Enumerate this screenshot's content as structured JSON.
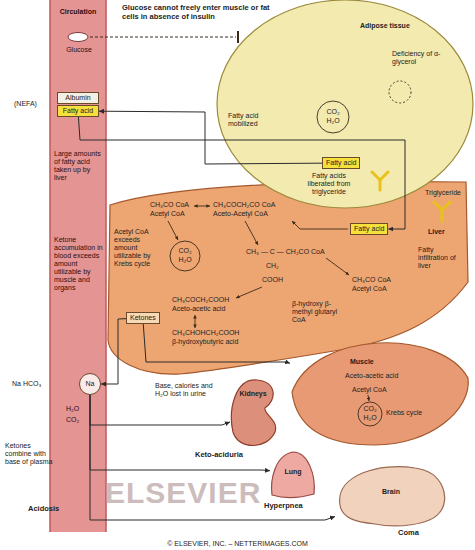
{
  "diagram": {
    "nodes": [
      {
        "text": [
          "Circulation"
        ]
      },
      {
        "text": [
          "Adipose tissue"
        ]
      },
      {
        "text": [
          "Fatty acid"
        ],
        "in": 1
      },
      {
        "text": [
          "Albumin"
        ],
        "in": 0
      },
      {
        "text": [
          "Fatty acid"
        ],
        "in": 0
      },
      {
        "text": [
          "Liver"
        ]
      },
      {
        "text": [
          "Fatty acid"
        ],
        "in": 5
      },
      {
        "text": [
          "Ketones"
        ],
        "in": 5
      },
      {
        "text": [
          "Muscle"
        ]
      },
      {
        "text": [
          "Kidneys"
        ]
      },
      {
        "text": [
          "Lung"
        ]
      },
      {
        "text": [
          "Brain"
        ]
      },
      {
        "text": [
          "Na"
        ],
        "in": 0
      }
    ],
    "edges": [
      {
        "from": 2,
        "to": 4,
        "arrow": "to"
      },
      {
        "from": 4,
        "to": 6,
        "arrow": "to"
      },
      {
        "from": 7,
        "to": 8,
        "arrow": "to"
      },
      {
        "from": 7,
        "to": 12,
        "arrow": "to"
      },
      {
        "from": 12,
        "to": 9,
        "arrow": "to"
      },
      {
        "from": 12,
        "to": 10,
        "arrow": "to"
      },
      {
        "from": 12,
        "to": 11,
        "arrow": "to"
      }
    ],
    "labels": [
      "Glucose cannot freely enter muscle or fat cells in absence of insulin",
      "Glucose",
      "Deficiency of α-glycerol",
      "CO₂",
      "H₂O",
      "Fatty acid mobilized",
      "Fatty acids liberated from triglyceride",
      "(NEFA)",
      "Large amounts of fatty acid taken up by liver",
      "Triglyceride",
      "Fatty infiltration of liver",
      "CH₃CO CoA",
      "Acetyl CoA",
      "CH₃COCH₂CO CoA",
      "Aceto-Acetyl CoA",
      "Acetyl CoA exceeds amount utilizable by Krebs cycle",
      "CO₂",
      "H₂O",
      "CH₃ — C — CH₂CO CoA",
      "CH₂",
      "COOH",
      "β-hydroxy β-methyl glutaryl CoA",
      "CH₃CO CoA",
      "Acetyl CoA",
      "CH₃COCH₂COOH",
      "Aceto-acetic acid",
      "CH₃CHOHCH₂COOH",
      "β-hydroxybutyric acid",
      "Ketone accumulation in blood exceeds amount utilizable by muscle and organs",
      "Aceto-acetic acid",
      "Acetyl CoA",
      "CO₂",
      "H₂O",
      "Krebs cycle",
      "Na HCO₃",
      "H₂O",
      "CO₂",
      "Ketones combine with base of plasma",
      "Base, calories and H₂O lost in urine",
      "Keto-aciduria",
      "Hyperpnea",
      "Acidosis",
      "Coma",
      "ELSEVIER",
      "© ELSEVIER, INC. – NETTERIMAGES.COM"
    ]
  }
}
